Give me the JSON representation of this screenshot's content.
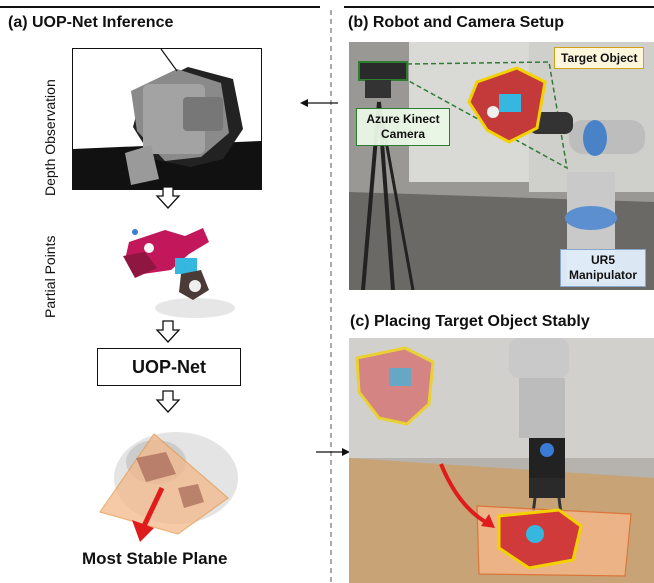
{
  "panel_a": {
    "title": "(a) UOP-Net Inference",
    "depth_label": "Depth Observation",
    "points_label": "Partial Points",
    "network_label": "UOP-Net",
    "result_label": "Most Stable Plane"
  },
  "panel_b": {
    "title": "(b) Robot and Camera Setup",
    "camera_label": "Azure Kinect\nCamera",
    "target_label": "Target Object",
    "manipulator_label": "UR5\nManipulator"
  },
  "panel_c": {
    "title": "(c) Placing Target Object Stably"
  },
  "colors": {
    "accent_green": "#2e7d32",
    "accent_yellow": "#f2d200",
    "arrow_red": "#e01b1b",
    "plane_orange": "#f5b98a"
  }
}
